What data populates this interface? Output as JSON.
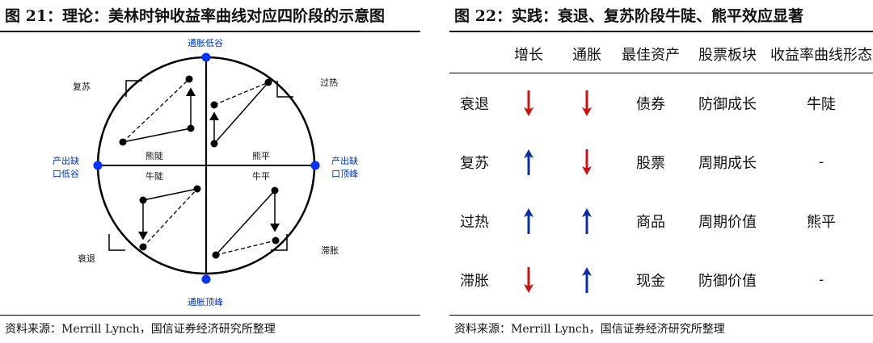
{
  "left": {
    "title": "图 21：理论：美林时钟收益率曲线对应四阶段的示意图",
    "source": "资料来源：Merrill Lynch，国信证券经济研究所整理",
    "diagram": {
      "top_label": "通胀低谷",
      "bottom_label": "通胀顶峰",
      "left_label_1": "产出缺",
      "left_label_2": "口低谷",
      "right_label_1": "产出缺",
      "right_label_2": "口顶峰",
      "quadrant_recovery": "复苏",
      "quadrant_overheat": "过热",
      "quadrant_recession": "衰退",
      "quadrant_stagflation": "滞胀",
      "curve_bear_steep": "熊陡",
      "curve_bear_flat": "熊平",
      "curve_bull_steep": "牛陡",
      "curve_bull_flat": "牛平"
    }
  },
  "right": {
    "title": "图 22：实践：衰退、复苏阶段牛陡、熊平效应显著",
    "source": "资料来源：Merrill Lynch，国信证券经济研究所整理",
    "columns": [
      "",
      "增长",
      "通胀",
      "最佳资产",
      "股票板块",
      "收益率曲线形态"
    ],
    "rows": [
      {
        "phase": "衰退",
        "growth": "down",
        "inflation": "down",
        "asset": "债券",
        "sector": "防御成长",
        "curve": "牛陡"
      },
      {
        "phase": "复苏",
        "growth": "up",
        "inflation": "down",
        "asset": "股票",
        "sector": "周期成长",
        "curve": "-"
      },
      {
        "phase": "过热",
        "growth": "up",
        "inflation": "up",
        "asset": "商品",
        "sector": "周期价值",
        "curve": "熊平"
      },
      {
        "phase": "滞胀",
        "growth": "down",
        "inflation": "up",
        "asset": "现金",
        "sector": "防御价值",
        "curve": "-"
      }
    ],
    "colors": {
      "up": "#0a2ea8",
      "down": "#d01010"
    }
  }
}
